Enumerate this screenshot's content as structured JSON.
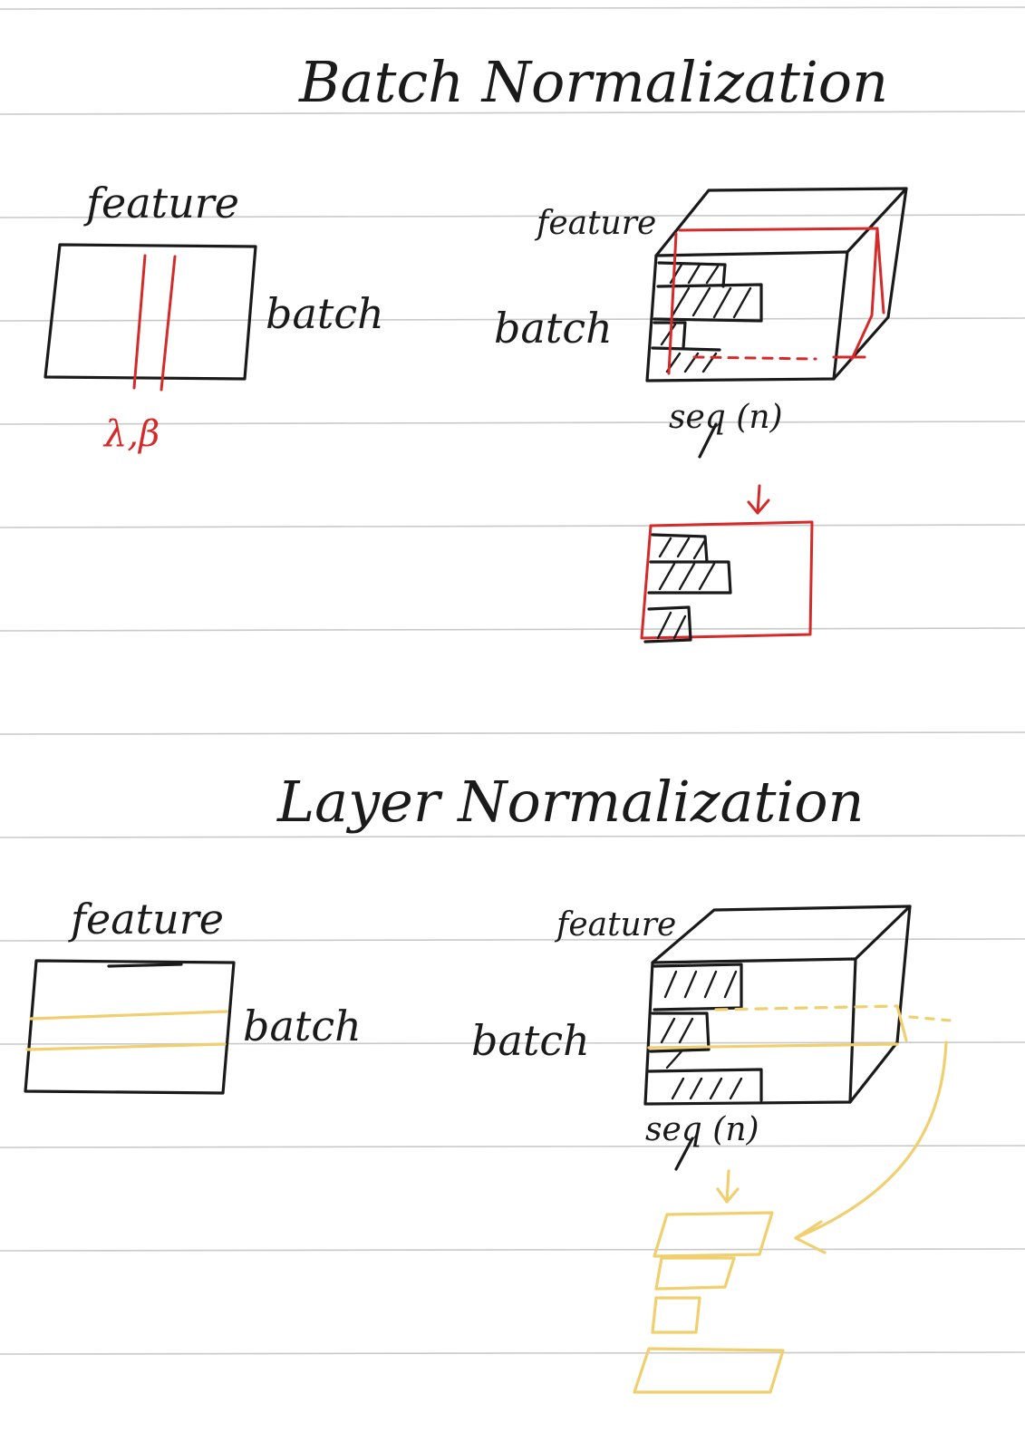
{
  "batch_norm": {
    "title": "Batch Normalization",
    "matrix_feature_label": "feature",
    "matrix_batch_label": "batch",
    "params_label": "λ,β",
    "cube_feature_label": "feature",
    "cube_batch_label": "batch",
    "cube_seq_label": "seq (n)"
  },
  "layer_norm": {
    "title": "Layer Normalization",
    "matrix_feature_label": "feature",
    "matrix_batch_label": "batch",
    "cube_feature_label": "feature",
    "cube_batch_label": "batch",
    "cube_seq_label": "seq (n)"
  },
  "colors": {
    "ink": "#1a1a1a",
    "batch_norm_highlight": "#d42a2a",
    "layer_norm_highlight": "#f0cf6e",
    "ruled_line": "#c9c9c9"
  }
}
